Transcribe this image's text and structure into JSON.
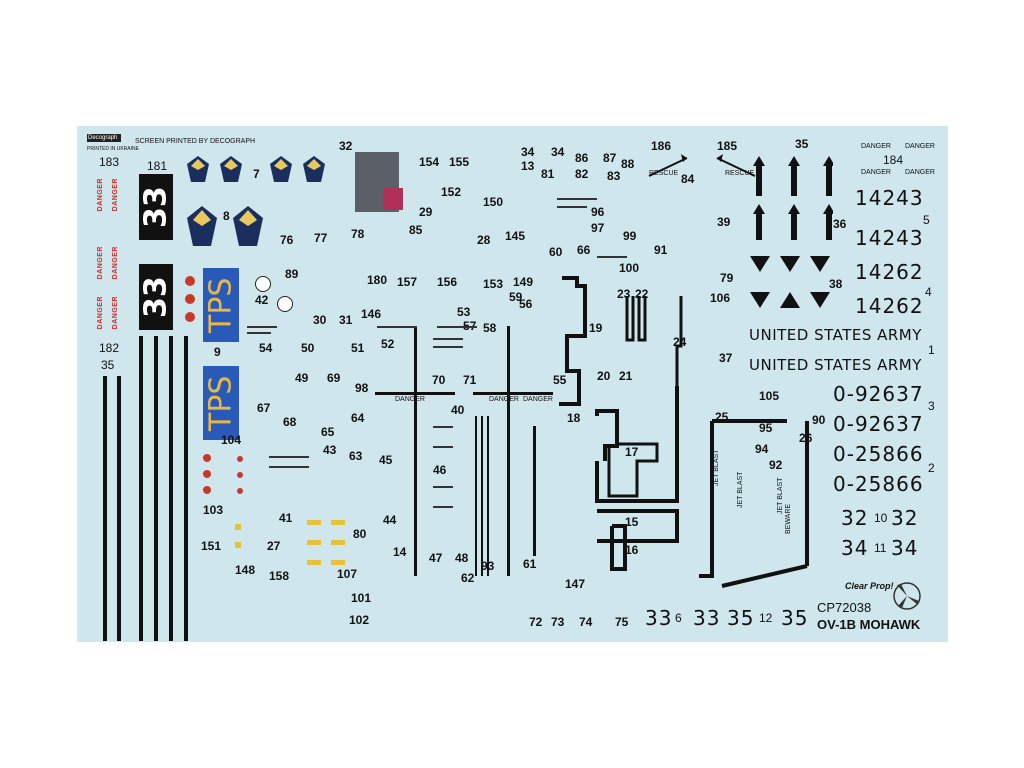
{
  "header": {
    "brand": "Decograph",
    "printed": "PRINTED IN UKRAINE",
    "screen_printed": "SCREEN PRINTED BY DECOGRAPH"
  },
  "markings": {
    "danger": "DANGER",
    "rescue": "RESCUE",
    "jet_blast": "JET BLAST",
    "beware": "BEWARE"
  },
  "big_numbers": {
    "box_top": "33",
    "box_mid": "33",
    "tps": "TPS",
    "serial_1": "14243",
    "serial_2": "14243",
    "serial_3": "14262",
    "serial_4": "14262",
    "army_1": "UNITED STATES ARMY",
    "army_2": "UNITED STATES ARMY",
    "reg_1": "0-92637",
    "reg_2": "0-92637",
    "reg_3": "0-25866",
    "reg_4": "0-25866",
    "n32a": "32",
    "n32b": "32",
    "n34a": "34",
    "n34b": "34",
    "n33a": "33",
    "n33b": "33",
    "n35a": "35",
    "n35b": "35"
  },
  "product": {
    "code": "CP72038",
    "name": "OV-1B MOHAWK",
    "logo": "Clear Prop!"
  },
  "labels": [
    "183",
    "181",
    "7",
    "8",
    "32",
    "154",
    "155",
    "152",
    "150",
    "13",
    "34",
    "34",
    "86",
    "87",
    "88",
    "81",
    "82",
    "83",
    "186",
    "185",
    "84",
    "35",
    "184",
    "5",
    "4",
    "36",
    "38",
    "1",
    "3",
    "2",
    "29",
    "76",
    "77",
    "78",
    "85",
    "28",
    "145",
    "96",
    "97",
    "99",
    "60",
    "66",
    "91",
    "100",
    "39",
    "79",
    "106",
    "89",
    "42",
    "180",
    "157",
    "156",
    "153",
    "149",
    "59",
    "53",
    "56",
    "57",
    "58",
    "23",
    "22",
    "19",
    "24",
    "37",
    "105",
    "90",
    "95",
    "26",
    "94",
    "92",
    "30",
    "31",
    "146",
    "52",
    "9",
    "54",
    "50",
    "51",
    "49",
    "69",
    "70",
    "71",
    "98",
    "40",
    "20",
    "21",
    "18",
    "17",
    "25",
    "67",
    "68",
    "65",
    "64",
    "104",
    "43",
    "63",
    "45",
    "46",
    "103",
    "41",
    "44",
    "80",
    "151",
    "27",
    "148",
    "158",
    "107",
    "14",
    "47",
    "48",
    "93",
    "61",
    "62",
    "15",
    "16",
    "10",
    "11",
    "147",
    "101",
    "102",
    "72",
    "73",
    "74",
    "75",
    "6",
    "12",
    "182",
    "35",
    "55"
  ]
}
